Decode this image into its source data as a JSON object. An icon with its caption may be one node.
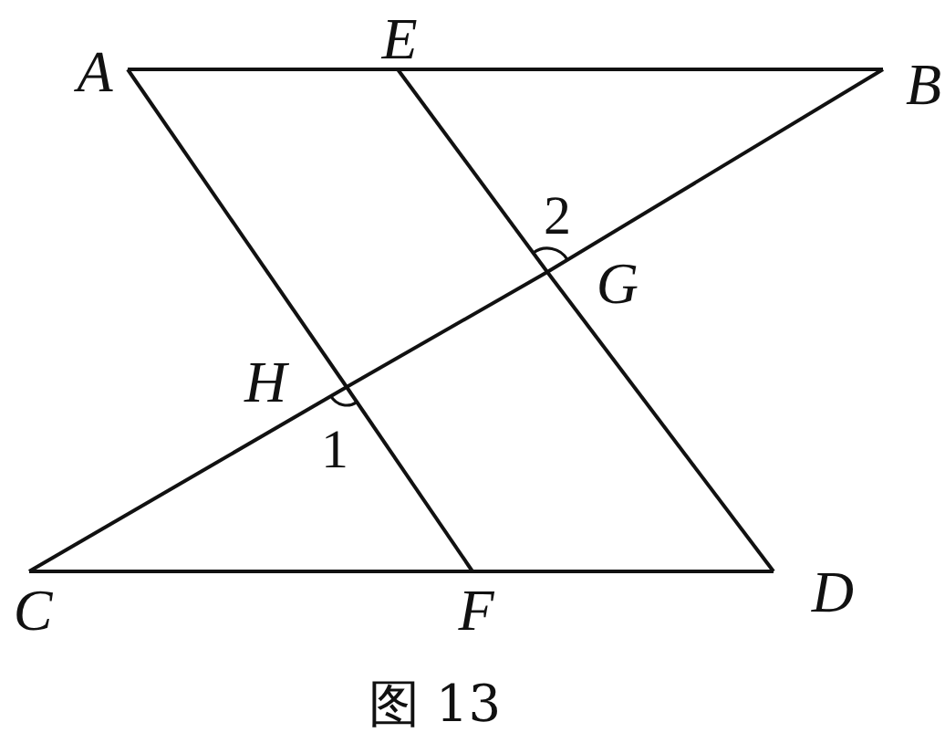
{
  "diagram": {
    "caption": "图 13",
    "nodes": [
      {
        "text": [
          "A"
        ]
      },
      {
        "text": [
          "E"
        ]
      },
      {
        "text": [
          "B"
        ]
      },
      {
        "text": [
          "G"
        ]
      },
      {
        "text": [
          "H"
        ]
      },
      {
        "text": [
          "C"
        ]
      },
      {
        "text": [
          "F"
        ]
      },
      {
        "text": [
          "D"
        ]
      }
    ],
    "edges": [
      {
        "from": 0,
        "to": 1,
        "arrow": "none"
      },
      {
        "from": 1,
        "to": 2,
        "arrow": "none"
      },
      {
        "from": 0,
        "to": 4,
        "arrow": "none"
      },
      {
        "from": 4,
        "to": 6,
        "arrow": "none"
      },
      {
        "from": 1,
        "to": 3,
        "arrow": "none"
      },
      {
        "from": 3,
        "to": 7,
        "arrow": "none"
      },
      {
        "from": 5,
        "to": 4,
        "arrow": "none"
      },
      {
        "from": 4,
        "to": 3,
        "arrow": "none"
      },
      {
        "from": 3,
        "to": 2,
        "arrow": "none"
      },
      {
        "from": 5,
        "to": 6,
        "arrow": "none"
      },
      {
        "from": 6,
        "to": 7,
        "arrow": "none"
      }
    ],
    "labels": [
      "2",
      "1"
    ]
  }
}
